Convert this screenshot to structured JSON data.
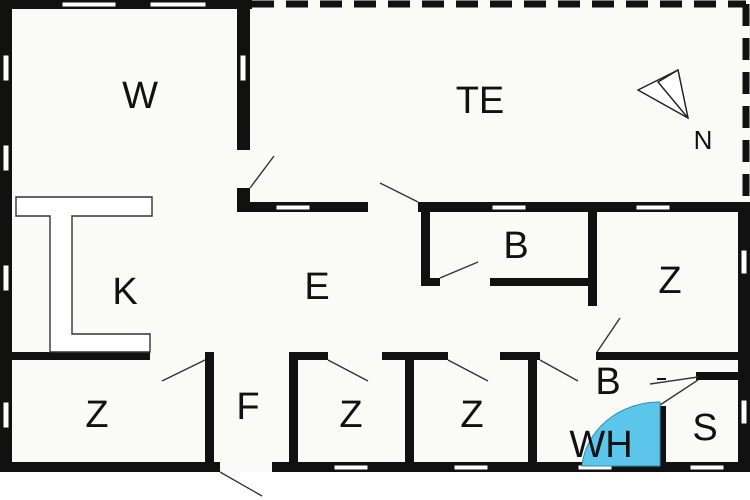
{
  "rooms": {
    "w": "W",
    "te": "TE",
    "b_top": "B",
    "z_right": "Z",
    "k": "K",
    "e": "E",
    "z_bottom_left": "Z",
    "f": "F",
    "z_mid_1": "Z",
    "z_mid_2": "Z",
    "b_bottom": "B",
    "wh": "WH",
    "s": "S"
  },
  "compass": {
    "label": "N"
  },
  "colors": {
    "walls": "#111111",
    "floor": "#fafbf6",
    "whirlpool": "#5bc6ea"
  }
}
